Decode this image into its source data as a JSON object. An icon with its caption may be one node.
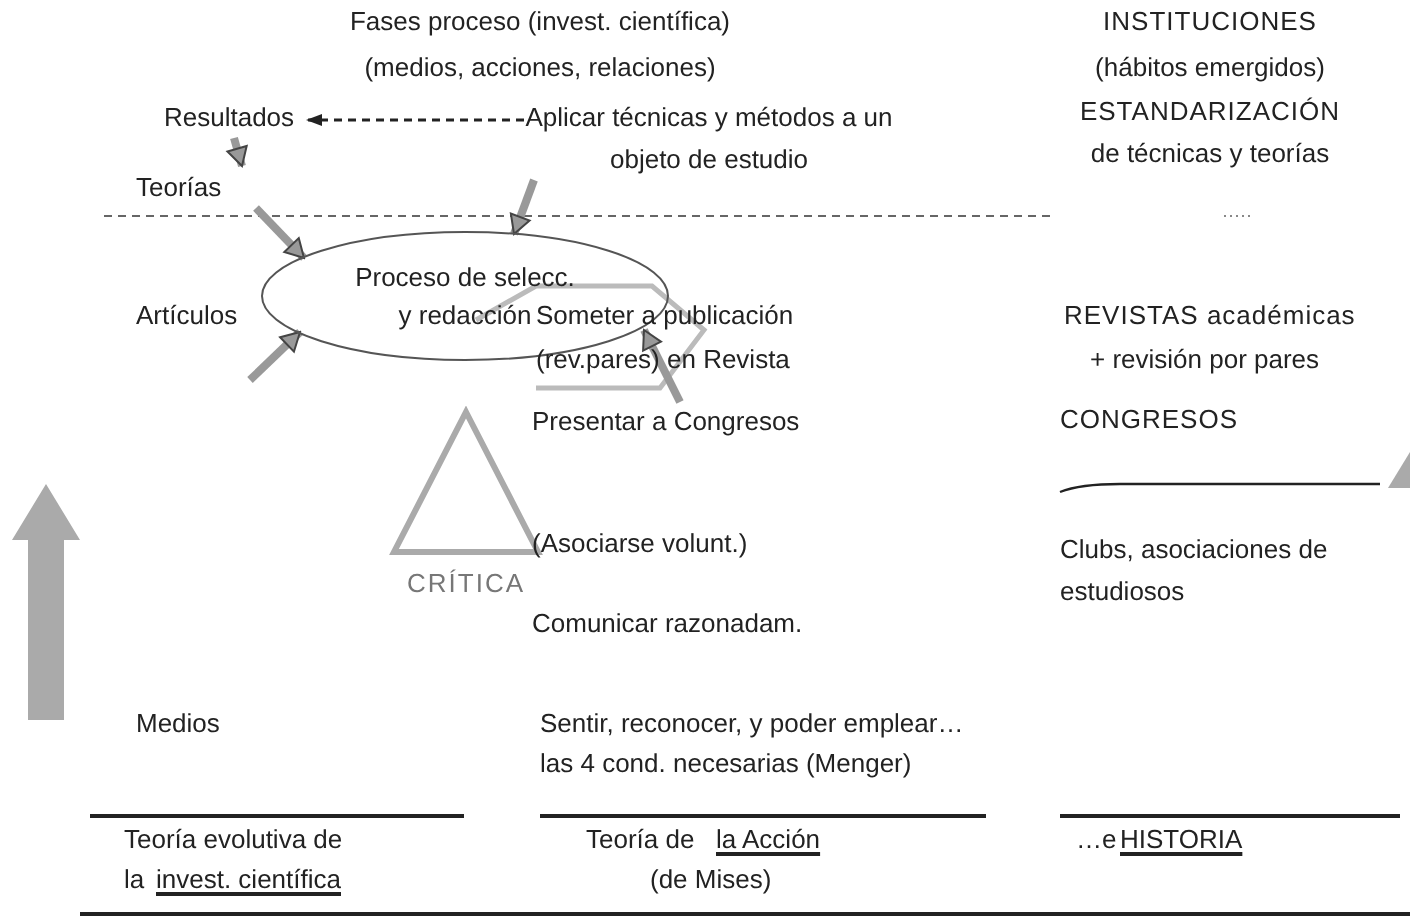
{
  "diagram": {
    "nodes": [
      {
        "text": [
          "Resultados"
        ]
      },
      {
        "text": [
          "Aplicar técnicas y métodos a un objeto de estudio"
        ]
      },
      {
        "text": [
          "Teorías"
        ]
      },
      {
        "text": [
          "Proceso de selecc. y redacción"
        ]
      },
      {
        "text": [
          "CRÍTICA"
        ]
      },
      {
        "text": [
          "Presentar a Congresos"
        ]
      }
    ],
    "edges": [
      {
        "from": 0,
        "to": 2,
        "arrow": "to"
      },
      {
        "from": 1,
        "to": 0,
        "arrow": "to",
        "style": "dashed",
        "color": "#222222"
      },
      {
        "from": 2,
        "to": 3,
        "arrow": "to"
      },
      {
        "from": 1,
        "to": 3,
        "arrow": "to"
      },
      {
        "from": null,
        "to": 3,
        "arrow": "to"
      },
      {
        "from": 5,
        "to": 3,
        "arrow": "to"
      }
    ],
    "labels": [
      "Fases proceso (invest. científica)",
      "(medios, acciones, relaciones)",
      "INSTITUCIONES",
      "(hábitos emergidos)",
      "ESTANDARIZACIÓN",
      "de técnicas y teorías",
      "Artículos",
      "Someter a publicación",
      "(rev.pares) en Revista",
      "REVISTAS académicas",
      "+ revisión por pares",
      "CONGRESOS",
      "(Asociarse volunt.)",
      "Clubs, asociaciones de estudiosos",
      "Comunicar razonadam.",
      "Medios",
      "Sentir, reconocer, y poder emplear…",
      "las 4 cond. necesarias (Menger)",
      "Teoría evolutiva de",
      "la",
      "invest. científica",
      "Teoría de",
      "la Acción",
      "(de Mises)",
      "…e",
      "HISTORIA"
    ]
  }
}
